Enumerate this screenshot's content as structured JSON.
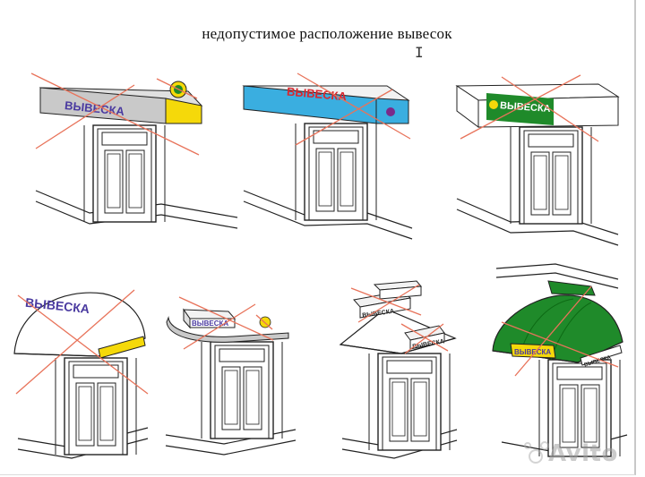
{
  "title": "недопустимое расположение вывесок",
  "sign_word": "ВЫВЕСКА",
  "watermark": "Avito",
  "colors": {
    "cross": "#e8735a",
    "line": "#222222",
    "gray_sign": "#c9c9c9",
    "blue_sign": "#3aaee0",
    "green": "#1f8a2a",
    "yellow": "#f5d90a",
    "purple_text": "#4a3aa0",
    "red_text": "#d8262e",
    "dark_green": "#0d6a14"
  },
  "icons": [
    "cursor-icon",
    "avito-logo"
  ]
}
